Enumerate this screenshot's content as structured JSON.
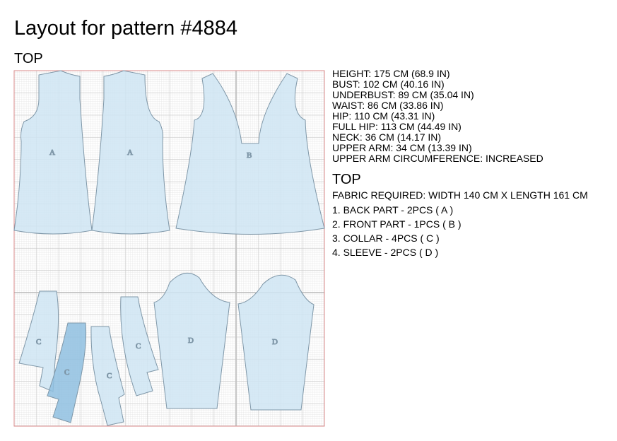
{
  "page": {
    "title": "Layout for pattern #4884",
    "section_label": "TOP"
  },
  "measurements": [
    "HEIGHT: 175 CM (68.9 IN)",
    "BUST: 102 CM (40.16 IN)",
    "UNDERBUST: 89 CM (35.04 IN)",
    "WAIST: 86 CM (33.86 IN)",
    "HIP: 110 CM (43.31 IN)",
    "FULL HIP: 113 CM (44.49 IN)",
    "NECK: 36 CM (14.17 IN)",
    "UPPER ARM: 34 CM (13.39 IN)",
    "UPPER ARM CIRCUMFERENCE: INCREASED"
  ],
  "garment": {
    "name": "TOP",
    "fabric_required": "FABRIC REQUIRED: WIDTH 140 CM X LENGTH 161 CM",
    "parts": [
      "1. BACK PART - 2PCS ( A )",
      "2. FRONT PART - 1PCS ( B )",
      "3. COLLAR - 4PCS ( C )",
      "4. SLEEVE - 2PCS ( D )"
    ]
  },
  "layout_pieces": [
    {
      "label": "A",
      "part": "back-part"
    },
    {
      "label": "A",
      "part": "back-part"
    },
    {
      "label": "B",
      "part": "front-part"
    },
    {
      "label": "C",
      "part": "collar"
    },
    {
      "label": "C",
      "part": "collar"
    },
    {
      "label": "C",
      "part": "collar"
    },
    {
      "label": "C",
      "part": "collar"
    },
    {
      "label": "D",
      "part": "sleeve"
    },
    {
      "label": "D",
      "part": "sleeve"
    }
  ],
  "colors": {
    "piece_fill": "#cfe5f3",
    "piece_fill_highlight": "#8fbfe0",
    "piece_stroke": "#7f97a8",
    "grid_minor": "#dcdcdc",
    "grid_major": "#c4c4c4",
    "border": "#d98a8a"
  }
}
